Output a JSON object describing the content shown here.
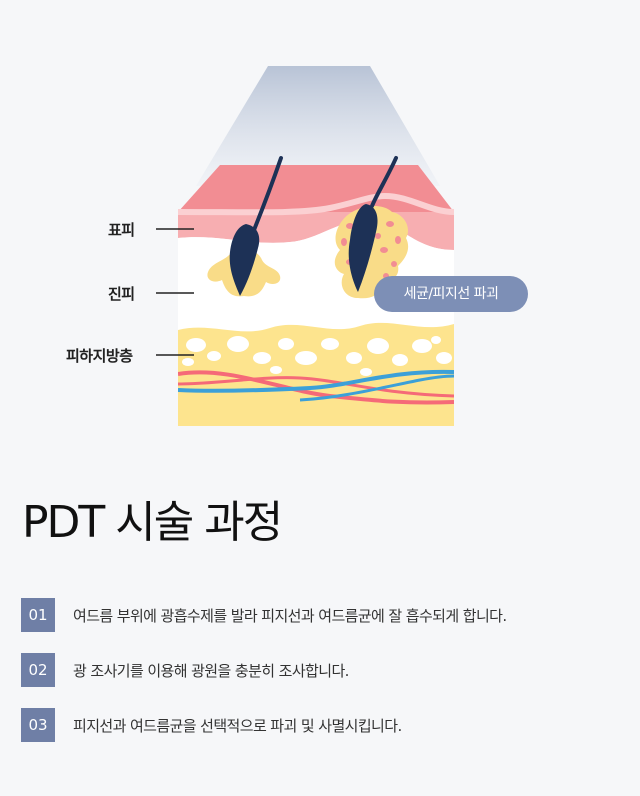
{
  "diagram": {
    "layers": [
      "표피",
      "진피",
      "피하지방층"
    ],
    "badge": "세균/피지선 파괴"
  },
  "title": "PDT 시술 과정",
  "steps": [
    {
      "num": "01",
      "text": "여드름 부위에 광흡수제를 발라 피지선과 여드름균에 잘 흡수되게 합니다."
    },
    {
      "num": "02",
      "text": "광 조사기를 이용해 광원을 충분히 조사합니다."
    },
    {
      "num": "03",
      "text": "피지선과 여드름균을 선택적으로 파괴 및 사멸시킵니다."
    }
  ],
  "colors": {
    "badge": "#7d8fb6",
    "step_number": "#6f7fa6",
    "epidermis": "#f4a4a8",
    "dermis": "#ffffff",
    "fat": "#fce38a",
    "sebaceous_gland": "#f9dc88",
    "hair": "#1d3156",
    "vein": "#3ca0d8",
    "artery": "#f56a78"
  }
}
